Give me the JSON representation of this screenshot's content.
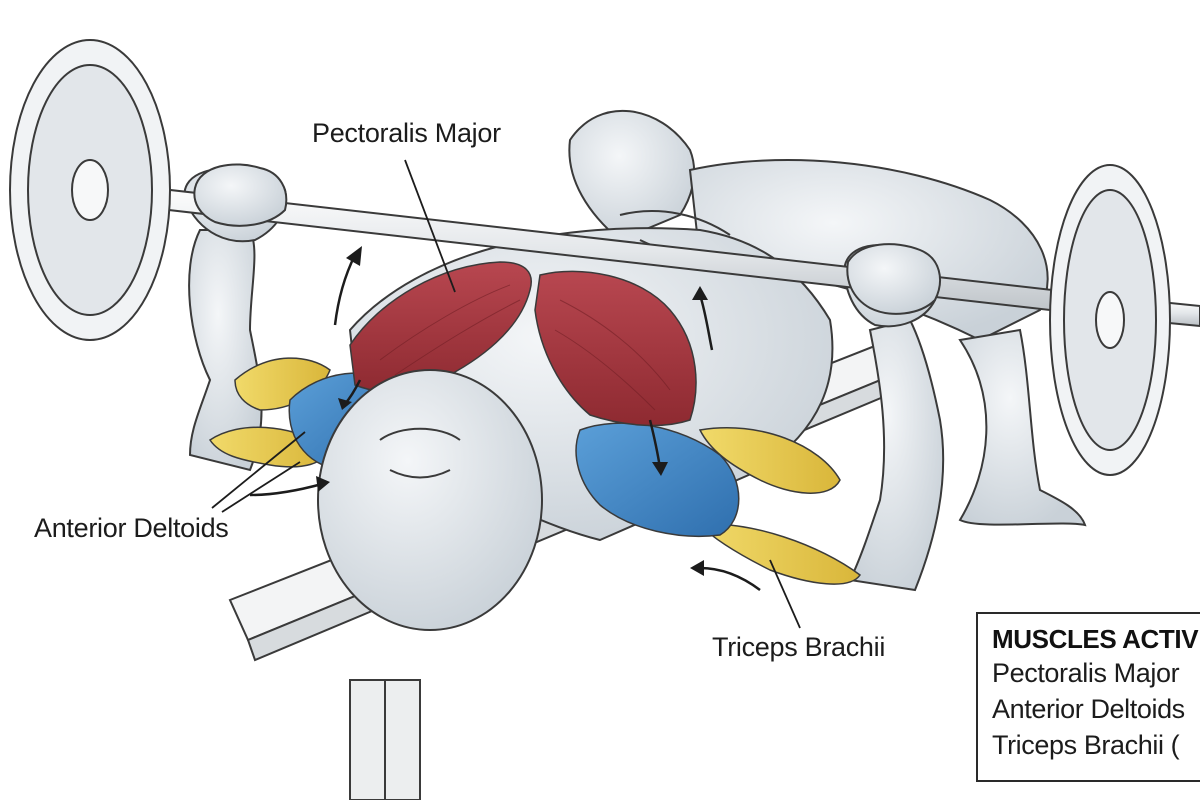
{
  "labels": {
    "pectoralis": "Pectoralis Major",
    "deltoids": "Anterior Deltoids",
    "triceps": "Triceps Brachii"
  },
  "legend": {
    "title": "MUSCLES ACTIV",
    "items": [
      "Pectoralis Major",
      "Anterior Deltoids",
      "Triceps Brachii ("
    ]
  },
  "colors": {
    "pectoralis": "#a8333a",
    "deltoids": "#3f86c8",
    "triceps": "#e6c94a",
    "skin": "#dfe5ea",
    "outline": "#3a3a3a"
  }
}
